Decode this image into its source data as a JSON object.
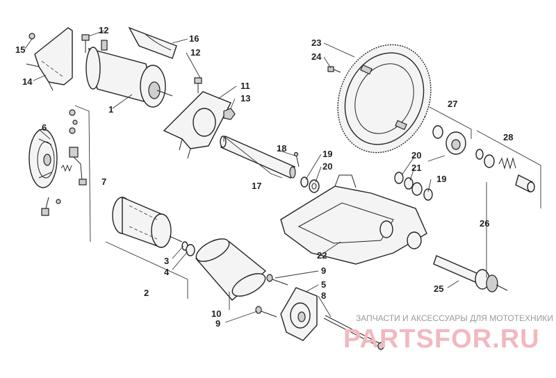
{
  "diagram": {
    "callouts": [
      {
        "id": "c1",
        "text": "1"
      },
      {
        "id": "c2",
        "text": "2"
      },
      {
        "id": "c3",
        "text": "3"
      },
      {
        "id": "c4",
        "text": "4"
      },
      {
        "id": "c5",
        "text": "5"
      },
      {
        "id": "c6",
        "text": "6"
      },
      {
        "id": "c7",
        "text": "7"
      },
      {
        "id": "c8",
        "text": "8"
      },
      {
        "id": "c9a",
        "text": "9"
      },
      {
        "id": "c9b",
        "text": "9"
      },
      {
        "id": "c10",
        "text": "10"
      },
      {
        "id": "c11",
        "text": "11"
      },
      {
        "id": "c12a",
        "text": "12"
      },
      {
        "id": "c12b",
        "text": "12"
      },
      {
        "id": "c13",
        "text": "13"
      },
      {
        "id": "c14",
        "text": "14"
      },
      {
        "id": "c15",
        "text": "15"
      },
      {
        "id": "c16",
        "text": "16"
      },
      {
        "id": "c17",
        "text": "17"
      },
      {
        "id": "c18",
        "text": "18"
      },
      {
        "id": "c19a",
        "text": "19"
      },
      {
        "id": "c19b",
        "text": "19"
      },
      {
        "id": "c20a",
        "text": "20"
      },
      {
        "id": "c20b",
        "text": "20"
      },
      {
        "id": "c21",
        "text": "21"
      },
      {
        "id": "c22",
        "text": "22"
      },
      {
        "id": "c23",
        "text": "23"
      },
      {
        "id": "c24",
        "text": "24"
      },
      {
        "id": "c25",
        "text": "25"
      },
      {
        "id": "c26",
        "text": "26"
      },
      {
        "id": "c27",
        "text": "27"
      },
      {
        "id": "c28",
        "text": "28"
      }
    ]
  },
  "watermark": {
    "subtitle": "ЗАПЧАСТИ И АКСЕССУАРЫ ДЛЯ МОТОТЕХНИКИ",
    "brand": "PARTSFOR.RU"
  }
}
